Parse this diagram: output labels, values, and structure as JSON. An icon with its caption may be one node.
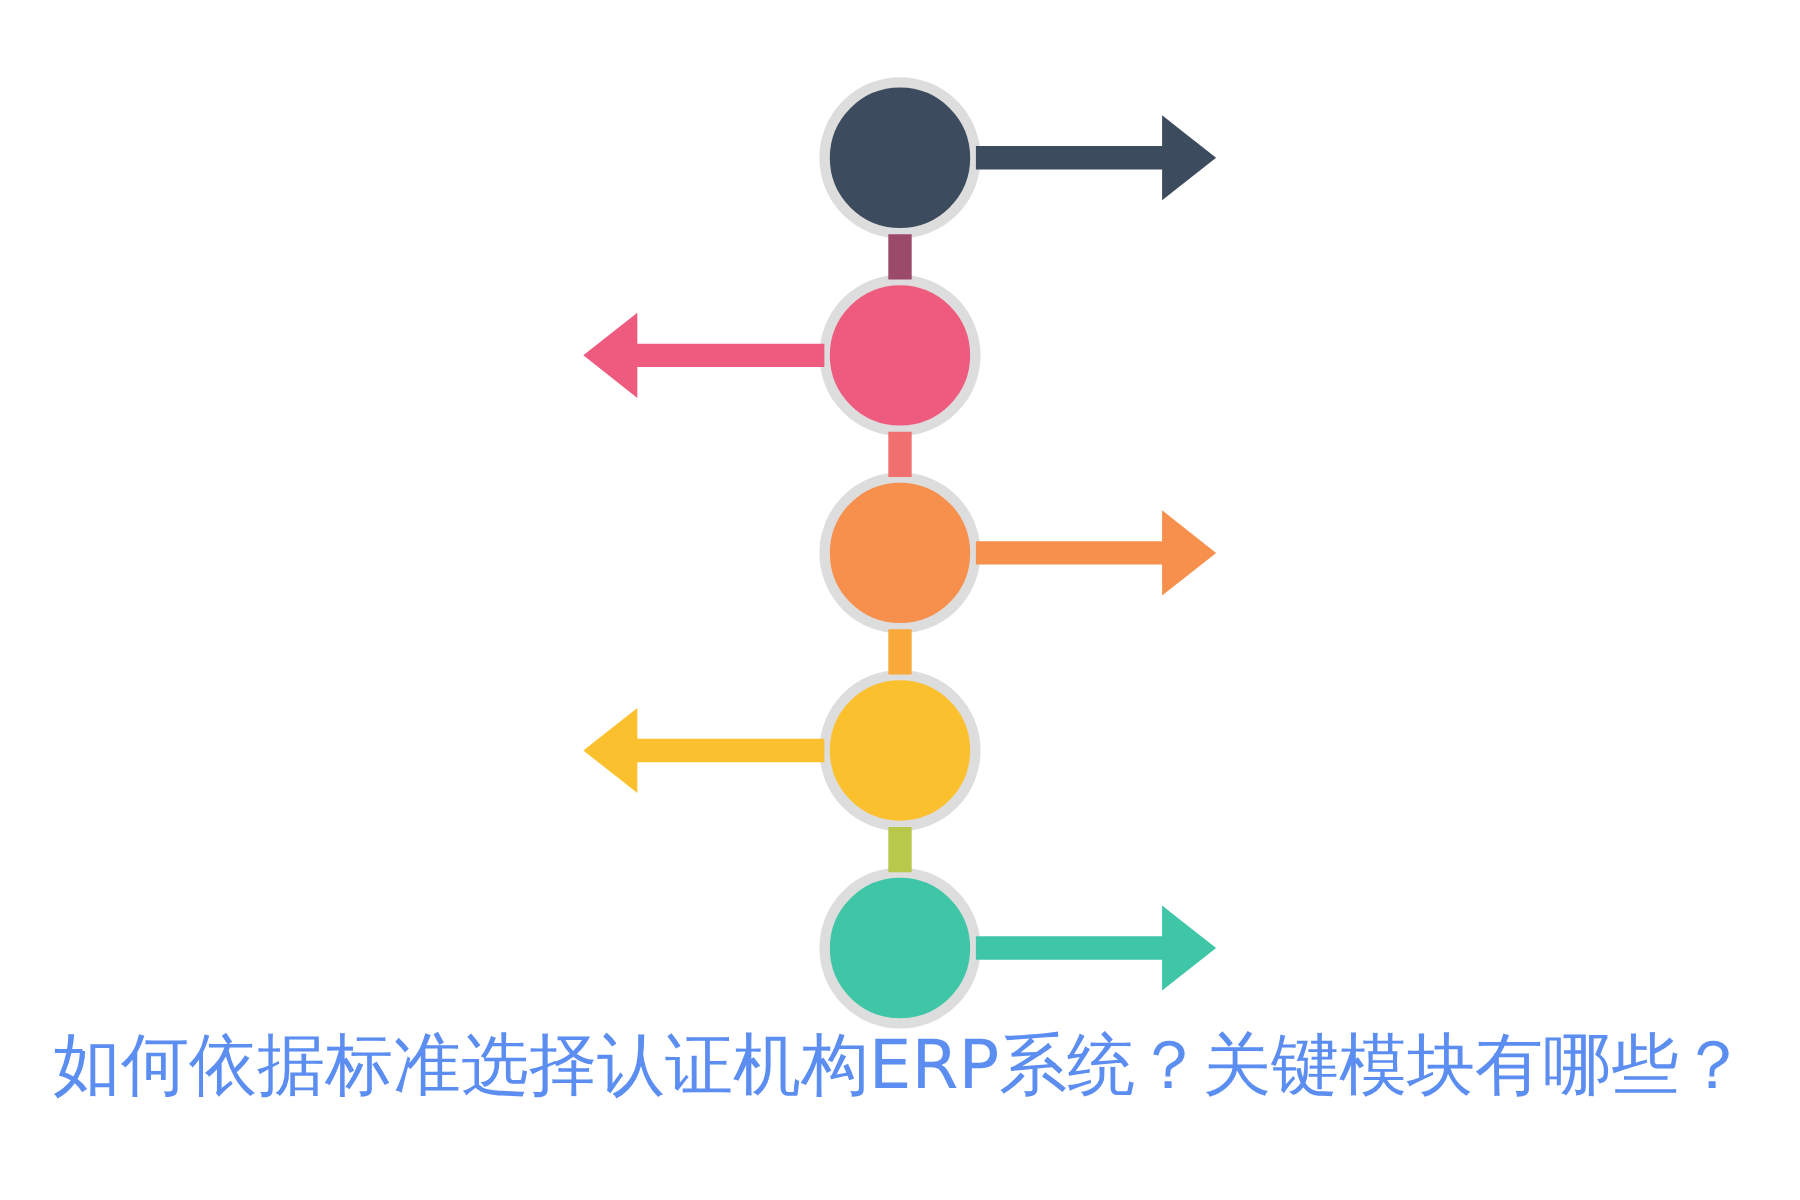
{
  "diagram": {
    "title": "如何依据标准选择认证机构ERP系统？关键模块有哪些？",
    "nodes": [
      {
        "text": [],
        "shape": "circle"
      },
      {
        "text": [],
        "shape": "circle"
      },
      {
        "text": [],
        "shape": "circle"
      },
      {
        "text": [],
        "shape": "circle"
      },
      {
        "text": [],
        "shape": "circle"
      }
    ],
    "edges": [
      {
        "from": 0,
        "to": null,
        "arrow": "to",
        "color": "#3d4b5e"
      },
      {
        "from": 1,
        "to": null,
        "arrow": "to",
        "color": "#ef5b7f"
      },
      {
        "from": 2,
        "to": null,
        "arrow": "to",
        "color": "#f7904d"
      },
      {
        "from": 3,
        "to": null,
        "arrow": "to",
        "color": "#fbc02d"
      },
      {
        "from": 4,
        "to": null,
        "arrow": "to",
        "color": "#3ec6a6"
      },
      {
        "from": 0,
        "to": 1,
        "arrow": "none",
        "color": "#9b4a6a"
      },
      {
        "from": 1,
        "to": 2,
        "arrow": "none",
        "color": "#f07070"
      },
      {
        "from": 2,
        "to": 3,
        "arrow": "none",
        "color": "#f9a83a"
      },
      {
        "from": 3,
        "to": 4,
        "arrow": "none",
        "color": "#b8c84a"
      }
    ]
  }
}
